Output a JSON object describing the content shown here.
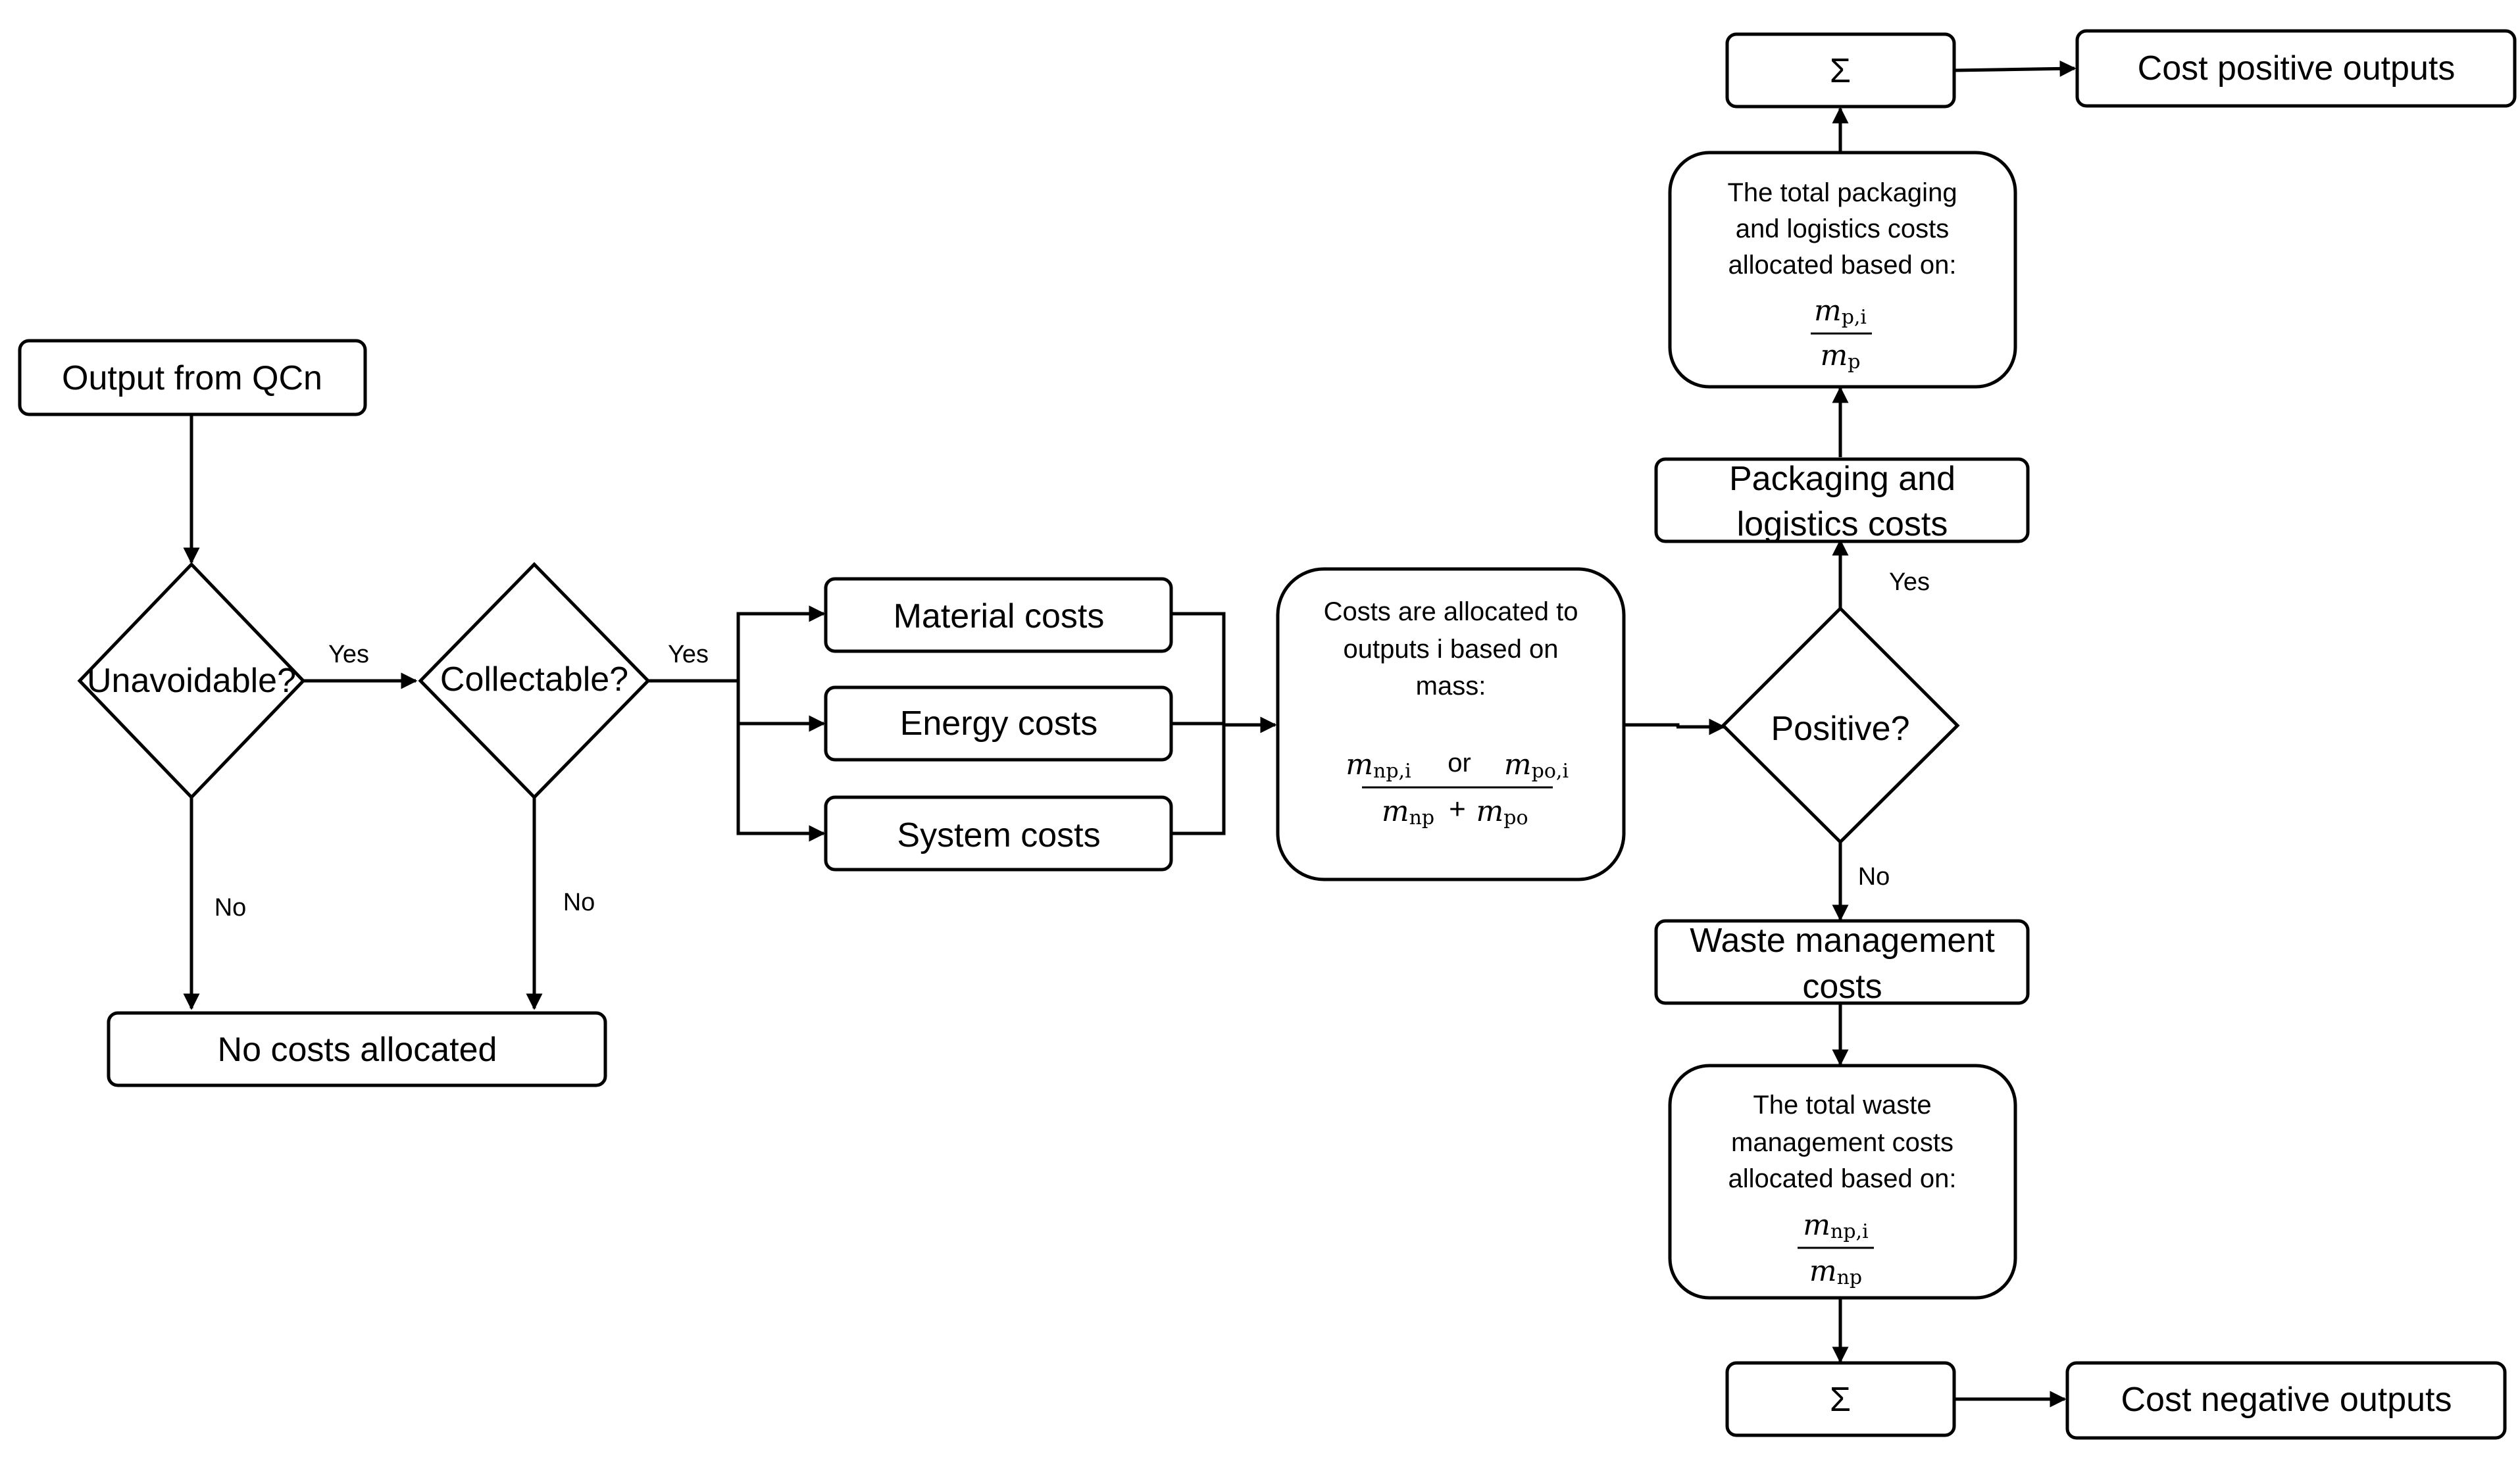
{
  "nodes": {
    "output_qcn": "Output from QCn",
    "unavoidable": "Unavoidable?",
    "collectable": "Collectable?",
    "no_costs": "No costs allocated",
    "material": "Material costs",
    "energy": "Energy costs",
    "system": "System costs",
    "allocated_mass": [
      "Costs are allocated to",
      "outputs i based on",
      "mass:"
    ],
    "positive": "Positive?",
    "packaging": [
      "Packaging and",
      "logistics costs"
    ],
    "packaging_alloc": [
      "The total packaging",
      "and logistics costs",
      "allocated based on:"
    ],
    "sum_top": "Σ",
    "cost_positive": "Cost positive outputs",
    "waste": [
      "Waste management",
      "costs"
    ],
    "waste_alloc": [
      "The total waste",
      "management costs",
      "allocated based on:"
    ],
    "sum_bottom": "Σ",
    "cost_negative": "Cost negative outputs"
  },
  "formulas": {
    "mass_num_left": "m",
    "mass_num_left_sub": "np,i",
    "mass_or": "or",
    "mass_num_right": "m",
    "mass_num_right_sub": "po,i",
    "mass_den_left": "m",
    "mass_den_left_sub": "np",
    "mass_den_plus": "+",
    "mass_den_right": "m",
    "mass_den_right_sub": "po",
    "pack_num": "m",
    "pack_num_sub": "p,i",
    "pack_den": "m",
    "pack_den_sub": "p",
    "waste_num": "m",
    "waste_num_sub": "np,i",
    "waste_den": "m",
    "waste_den_sub": "np"
  },
  "edge_labels": {
    "unavoidable_yes": "Yes",
    "unavoidable_no": "No",
    "collectable_yes": "Yes",
    "collectable_no": "No",
    "positive_yes": "Yes",
    "positive_no": "No"
  }
}
